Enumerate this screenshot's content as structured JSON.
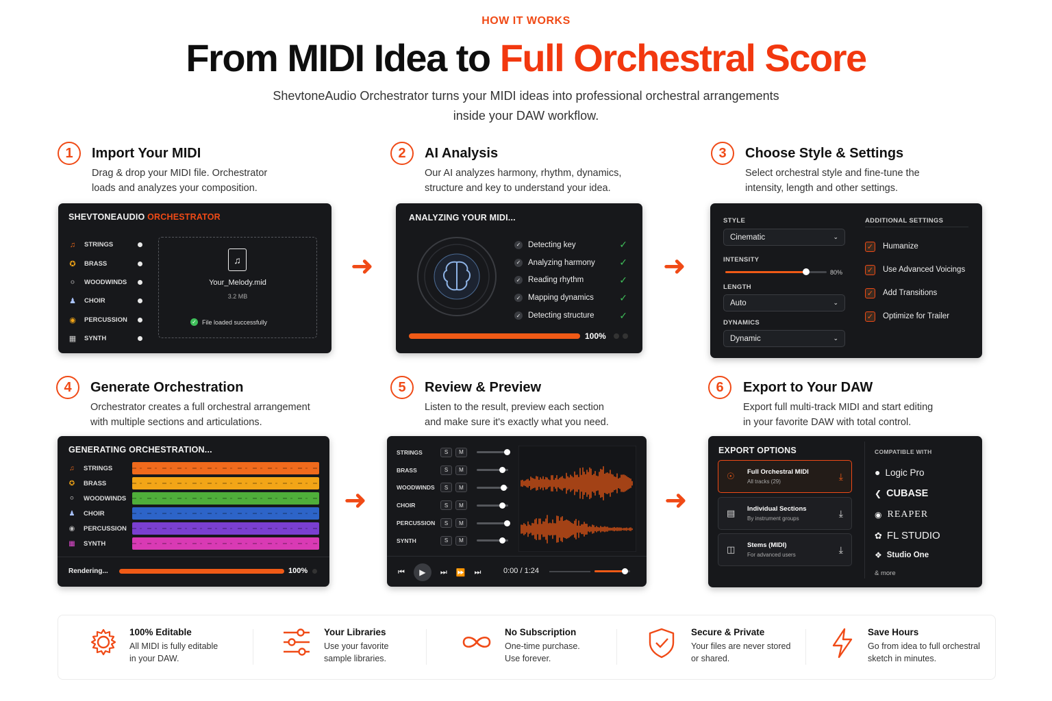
{
  "header": {
    "eyebrow": "HOW IT WORKS",
    "title_part1": "From MIDI Idea to ",
    "title_accent": "Full Orchestral Score",
    "subtitle_line1": "ShevtoneAudio Orchestrator turns your MIDI ideas into professional orchestral arrangements",
    "subtitle_line2": "inside your DAW workflow."
  },
  "colors": {
    "accent": "#f04a16",
    "panel": "#17181b",
    "check_green": "#3fbf5a"
  },
  "steps": [
    {
      "num": "1",
      "title": "Import Your MIDI",
      "desc1": "Drag & drop your MIDI file. Orchestrator",
      "desc2": "loads and analyzes your composition."
    },
    {
      "num": "2",
      "title": "AI Analysis",
      "desc1": "Our AI analyzes harmony, rhythm, dynamics,",
      "desc2": "structure and key to understand your idea."
    },
    {
      "num": "3",
      "title": "Choose Style & Settings",
      "desc1": "Select orchestral style and fine-tune the",
      "desc2": "intensity, length and other settings."
    },
    {
      "num": "4",
      "title": "Generate Orchestration",
      "desc1": "Orchestrator creates a full orchestral arrangement",
      "desc2": "with multiple sections and articulations."
    },
    {
      "num": "5",
      "title": "Review & Preview",
      "desc1": "Listen to the result, preview each section",
      "desc2": "and make sure it's exactly what you need."
    },
    {
      "num": "6",
      "title": "Export to Your DAW",
      "desc1": "Export full multi-track MIDI and start editing",
      "desc2": "in your favorite DAW with total control."
    }
  ],
  "panel1": {
    "brand": "SHEVTONEAUDIO",
    "brand_accent": "ORCHESTRATOR",
    "instruments": [
      "STRINGS",
      "BRASS",
      "WOODWINDS",
      "CHOIR",
      "PERCUSSION",
      "SYNTH"
    ],
    "file_name": "Your_Melody.mid",
    "file_size": "3.2 MB",
    "status": "File loaded successfully"
  },
  "panel2": {
    "title": "ANALYZING YOUR MIDI...",
    "tasks": [
      "Detecting key",
      "Analyzing harmony",
      "Reading rhythm",
      "Mapping dynamics",
      "Detecting structure"
    ],
    "progress_label": "100%",
    "progress": 1.0
  },
  "panel3": {
    "style_label": "STYLE",
    "style_value": "Cinematic",
    "intensity_label": "INTENSITY",
    "intensity_value": "80%",
    "intensity": 0.8,
    "length_label": "LENGTH",
    "length_value": "Auto",
    "dynamics_label": "DYNAMICS",
    "dynamics_value": "Dynamic",
    "additional_label": "ADDITIONAL SETTINGS",
    "options": [
      "Humanize",
      "Use Advanced Voicings",
      "Add Transitions",
      "Optimize for Trailer"
    ]
  },
  "panel4": {
    "title": "GENERATING ORCHESTRATION...",
    "instruments": [
      "STRINGS",
      "BRASS",
      "WOODWINDS",
      "CHOIR",
      "PERCUSSION",
      "SYNTH"
    ],
    "track_colors": [
      "#f06a1c",
      "#f2a517",
      "#4fae3a",
      "#2d64c8",
      "#7a3fd0",
      "#d93ab4"
    ],
    "render_label": "Rendering...",
    "render_percent": "100%",
    "render_progress": 1.0
  },
  "panel5": {
    "tracks": [
      "STRINGS",
      "BRASS",
      "WOODWINDS",
      "CHOIR",
      "PERCUSSION",
      "SYNTH"
    ],
    "solo_label": "S",
    "mute_label": "M",
    "fader_levels": [
      0.95,
      0.8,
      0.85,
      0.8,
      0.95,
      0.8
    ],
    "time": "0:00 / 1:24",
    "volume": 0.85
  },
  "panel6": {
    "title": "EXPORT OPTIONS",
    "options": [
      {
        "title": "Full Orchestral MIDI",
        "sub": "All tracks (29)"
      },
      {
        "title": "Individual Sections",
        "sub": "By instrument groups"
      },
      {
        "title": "Stems (MIDI)",
        "sub": "For advanced users"
      }
    ],
    "compatible_label": "COMPATIBLE WITH",
    "daws": [
      "Logic Pro",
      "CUBASE",
      "REAPER",
      "FL STUDIO",
      "Studio One"
    ],
    "more": "& more"
  },
  "features": [
    {
      "title": "100% Editable",
      "desc1": "All MIDI is fully editable",
      "desc2": "in your DAW.",
      "icon": "gear-icon"
    },
    {
      "title": "Your Libraries",
      "desc1": "Use your favorite",
      "desc2": "sample libraries.",
      "icon": "sliders-icon"
    },
    {
      "title": "No Subscription",
      "desc1": "One-time purchase.",
      "desc2": "Use forever.",
      "icon": "infinity-icon"
    },
    {
      "title": "Secure & Private",
      "desc1": "Your files are never stored",
      "desc2": "or shared.",
      "icon": "shield-icon"
    },
    {
      "title": "Save Hours",
      "desc1": "Go from idea to full orchestral",
      "desc2": "sketch in minutes.",
      "icon": "lightning-icon"
    }
  ]
}
